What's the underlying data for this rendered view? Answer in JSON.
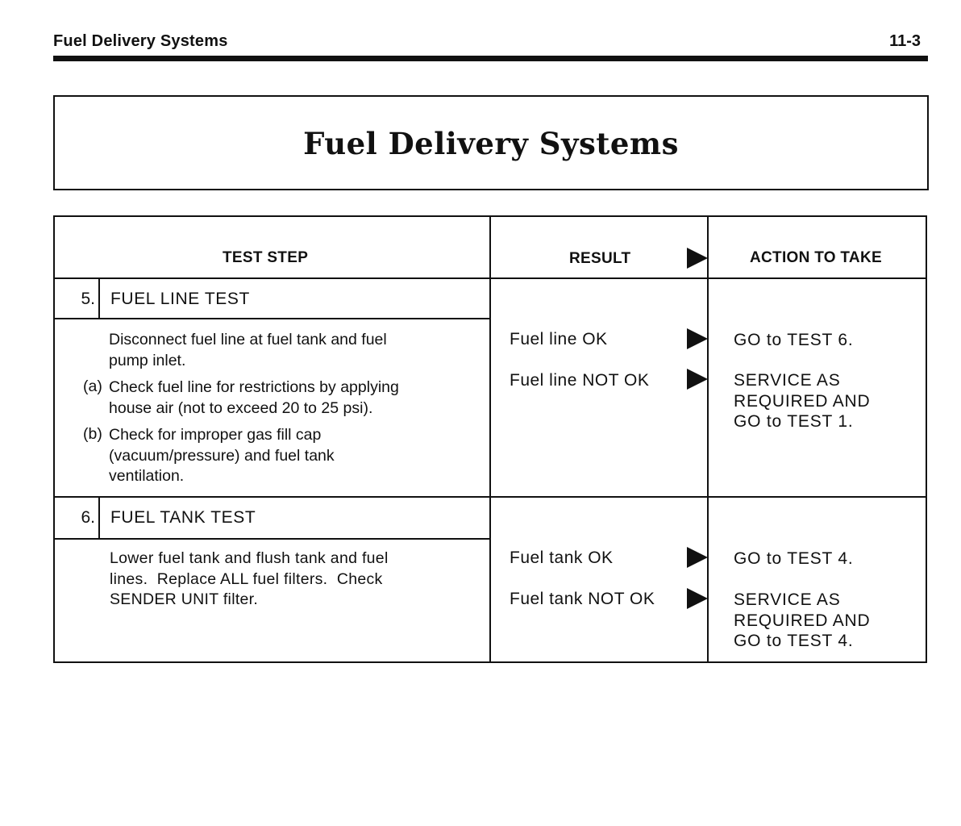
{
  "header": {
    "title": "Fuel Delivery Systems",
    "page_number": "11-3"
  },
  "section_title": "Fuel Delivery Systems",
  "table": {
    "columns": {
      "test_step": "TEST STEP",
      "result": "RESULT",
      "action": "ACTION TO TAKE"
    },
    "tests": [
      {
        "number": "5.",
        "title": "FUEL LINE TEST",
        "intro_lines": [
          "Disconnect fuel line at fuel tank and fuel",
          "pump inlet."
        ],
        "subitems": [
          {
            "letter": "(a)",
            "lines": [
              "Check fuel line for restrictions by applying",
              "house air (not to exceed 20 to 25 psi)."
            ]
          },
          {
            "letter": "(b)",
            "lines": [
              "Check for improper gas fill cap",
              "(vacuum/pressure) and fuel tank",
              "ventilation."
            ]
          }
        ],
        "results": [
          {
            "result": "Fuel line OK",
            "action_lines": [
              "GO to TEST 6."
            ]
          },
          {
            "result": "Fuel line NOT OK",
            "action_lines": [
              "SERVICE AS",
              "REQUIRED AND",
              "GO to TEST 1."
            ]
          }
        ]
      },
      {
        "number": "6.",
        "title": "FUEL TANK TEST",
        "intro_lines": [
          "Lower fuel tank and flush tank and fuel",
          "lines.  Replace ALL fuel filters.  Check",
          "SENDER UNIT filter."
        ],
        "subitems": [],
        "results": [
          {
            "result": "Fuel tank OK",
            "action_lines": [
              "GO to TEST 4."
            ]
          },
          {
            "result": "Fuel tank NOT OK",
            "action_lines": [
              "SERVICE AS",
              "REQUIRED AND",
              "GO to TEST 4."
            ]
          }
        ]
      }
    ]
  },
  "icons": {
    "arrow": "right-triangle-arrow-icon"
  }
}
